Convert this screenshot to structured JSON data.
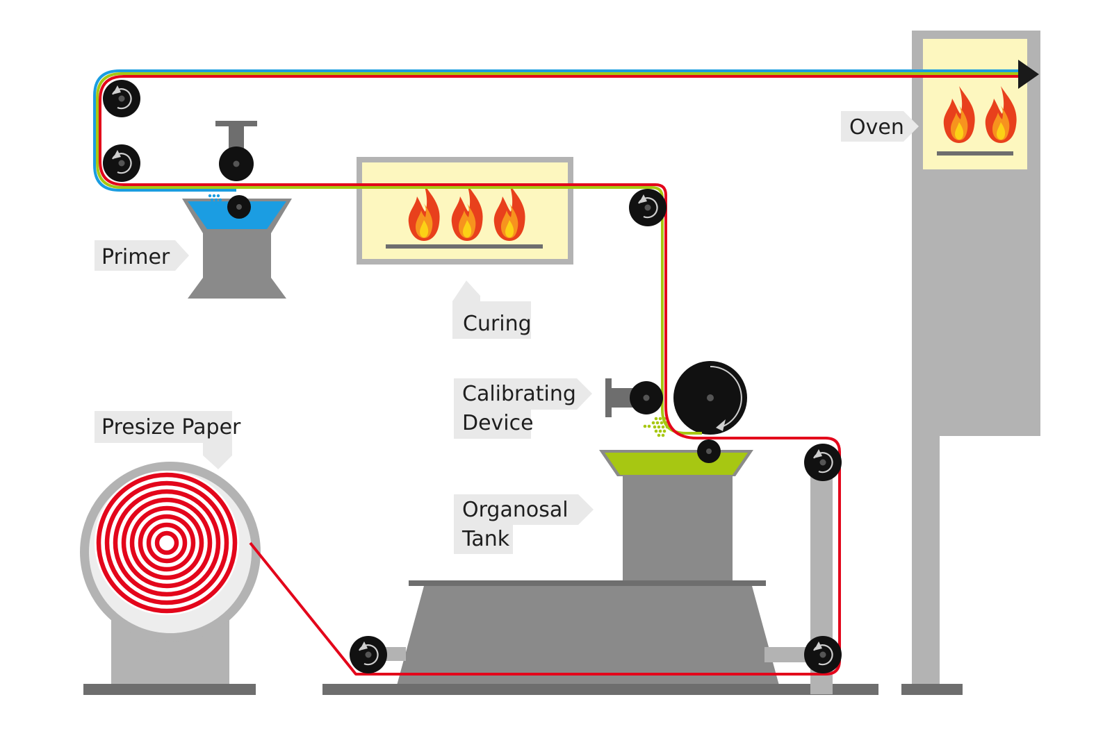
{
  "labels": {
    "primer": "Primer",
    "curing": "Curing",
    "oven": "Oven",
    "calibrating_device_line1": "Calibrating",
    "calibrating_device_line2": "Device",
    "presize_paper": "Presize Paper",
    "organosal_tank_line1": "Organosal",
    "organosal_tank_line2": "Tank"
  },
  "colors": {
    "web_red": "#e3061b",
    "web_green": "#a7c712",
    "web_blue": "#1a9de0",
    "primer_liquid": "#1b9de2",
    "organosal_liquid": "#a7c712",
    "machine_gray": "#8a8a8a",
    "machine_dark": "#6e6e6e",
    "frame_light": "#b3b3b3",
    "heater_box": "#fdf7bf",
    "roller": "#111111",
    "label_tag": "#e9e9e9"
  },
  "icons": {
    "roller": "roller-icon",
    "flame": "flame-icon",
    "direction_arrow": "arrow-right-icon"
  }
}
